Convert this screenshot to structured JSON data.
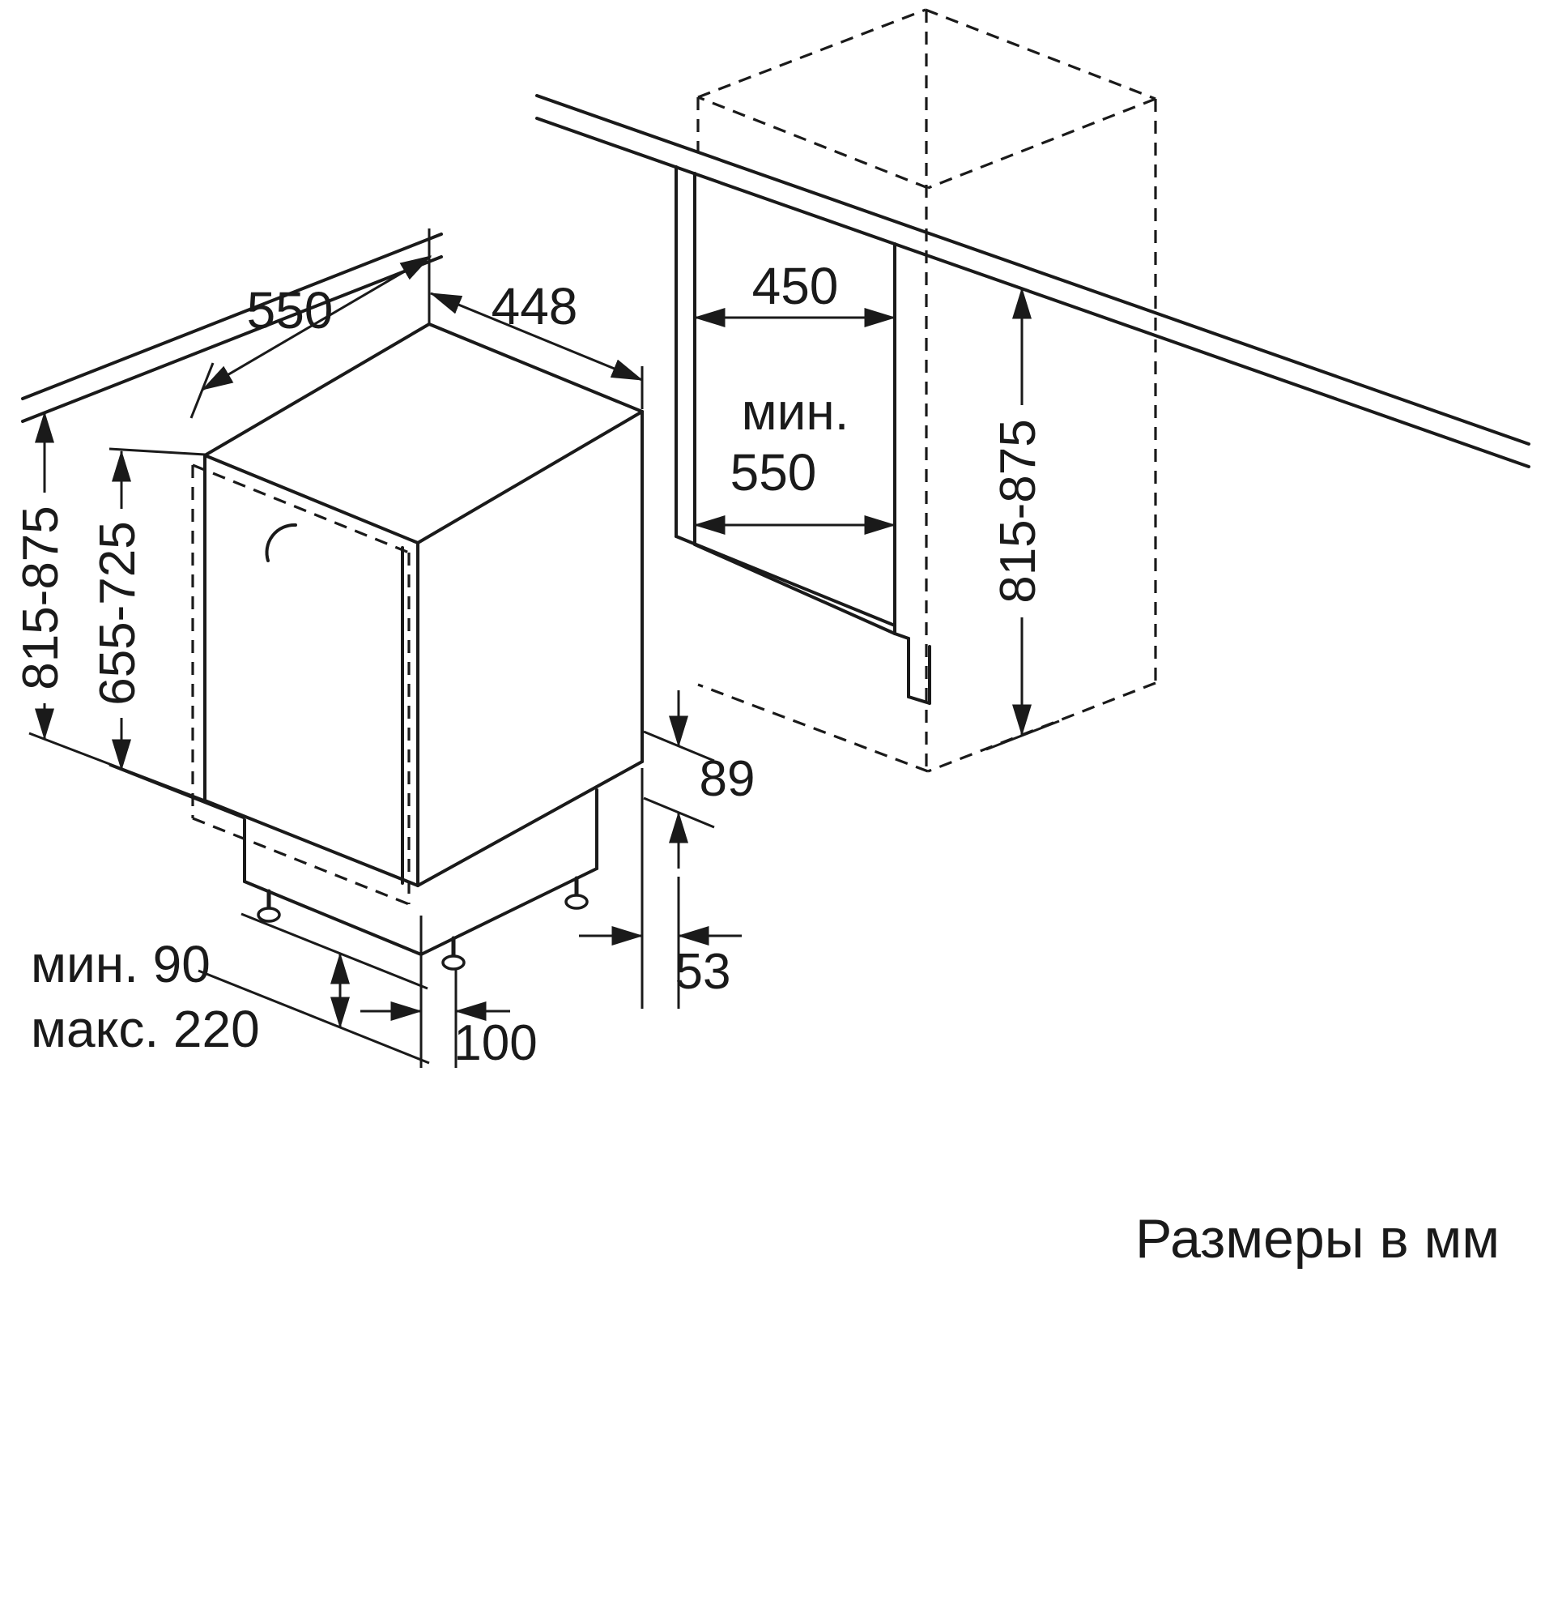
{
  "caption": "Размеры в мм",
  "dims": {
    "top_width": "550",
    "front_width": "448",
    "niche_width": "450",
    "niche_depth_prefix": "мин.",
    "niche_depth_value": "550",
    "unit_height": "815-875",
    "door_height": "655-725",
    "niche_height": "815-875",
    "plinth_height": "89",
    "rear_clearance": "53",
    "front_foot_offset": "100",
    "base_min": "мин. 90",
    "base_max": "макс. 220"
  }
}
